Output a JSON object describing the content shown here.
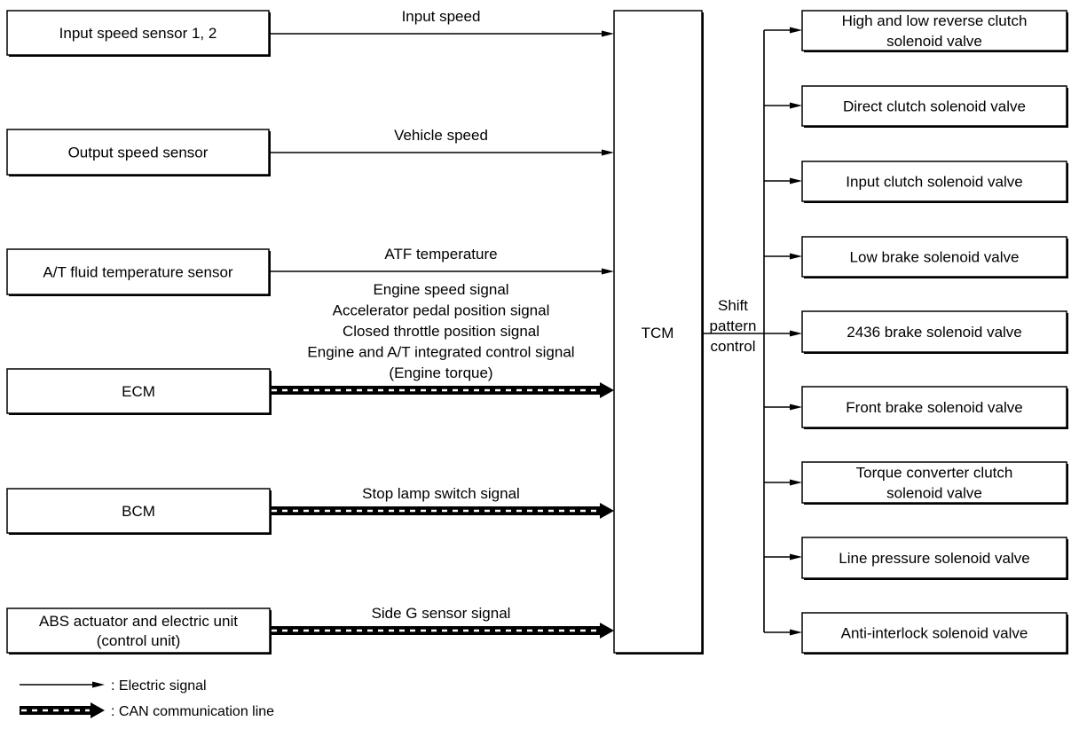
{
  "inputs": [
    {
      "lines": [
        "Input speed sensor 1, 2"
      ],
      "signal": [
        "Input speed"
      ],
      "kind": "electric"
    },
    {
      "lines": [
        "Output speed sensor"
      ],
      "signal": [
        "Vehicle speed"
      ],
      "kind": "electric"
    },
    {
      "lines": [
        "A/T fluid temperature sensor"
      ],
      "signal": [
        "ATF temperature"
      ],
      "kind": "electric"
    },
    {
      "lines": [
        "ECM"
      ],
      "signal": [
        "Engine speed signal",
        "Accelerator pedal position signal",
        "Closed throttle position signal",
        "Engine and A/T integrated control signal",
        "(Engine torque)"
      ],
      "kind": "can"
    },
    {
      "lines": [
        "BCM"
      ],
      "signal": [
        "Stop lamp switch signal"
      ],
      "kind": "can"
    },
    {
      "lines": [
        "ABS actuator and electric unit",
        "(control unit)"
      ],
      "signal": [
        "Side G sensor signal"
      ],
      "kind": "can"
    }
  ],
  "tcm": {
    "label": "TCM"
  },
  "output_signal": [
    "Shift",
    "pattern",
    "control"
  ],
  "outputs": [
    {
      "lines": [
        "High and low reverse clutch",
        "solenoid valve"
      ]
    },
    {
      "lines": [
        "Direct clutch solenoid valve"
      ]
    },
    {
      "lines": [
        "Input clutch solenoid valve"
      ]
    },
    {
      "lines": [
        "Low brake solenoid valve"
      ]
    },
    {
      "lines": [
        "2436 brake solenoid valve"
      ]
    },
    {
      "lines": [
        "Front brake solenoid valve"
      ]
    },
    {
      "lines": [
        "Torque converter clutch",
        "solenoid valve"
      ]
    },
    {
      "lines": [
        "Line pressure solenoid valve"
      ]
    },
    {
      "lines": [
        "Anti-interlock solenoid valve"
      ]
    }
  ],
  "legend": [
    {
      "kind": "electric",
      "label": ": Electric signal"
    },
    {
      "kind": "can",
      "label": ": CAN communication line"
    }
  ]
}
